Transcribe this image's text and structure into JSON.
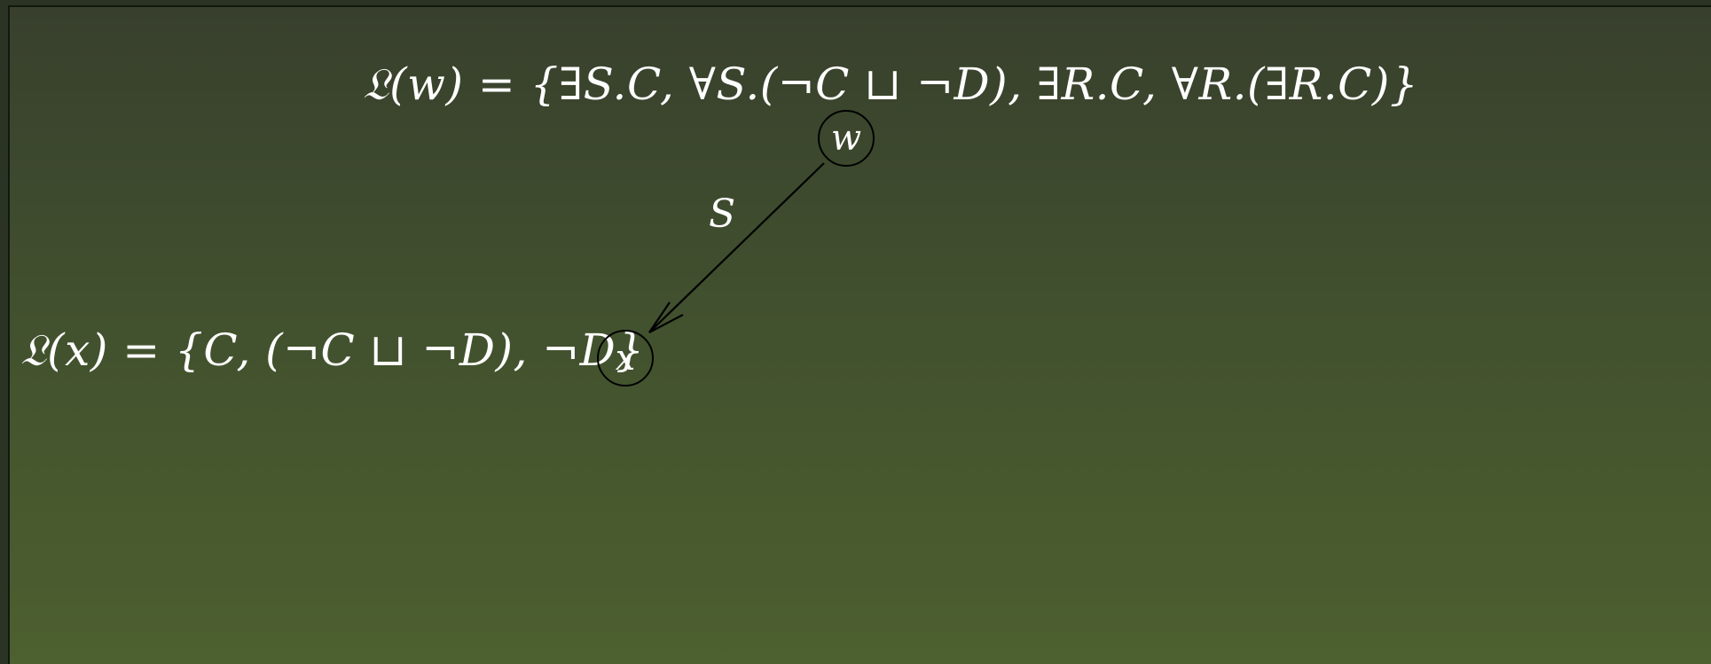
{
  "nodes": {
    "w": {
      "name": "w",
      "label": "𝔏(w) = {∃S.C, ∀S.(¬C ⊔ ¬D), ∃R.C, ∀R.(∃R.C)}"
    },
    "x": {
      "name": "x",
      "label": "𝔏(x) = {C, (¬C ⊔ ¬D), ¬D}"
    }
  },
  "edges": [
    {
      "from": "w",
      "to": "x",
      "label": "S"
    }
  ],
  "colors": {
    "background_top": "#38402d",
    "background_bottom": "#4d602f",
    "text": "#ffffff",
    "stroke": "#000000"
  }
}
